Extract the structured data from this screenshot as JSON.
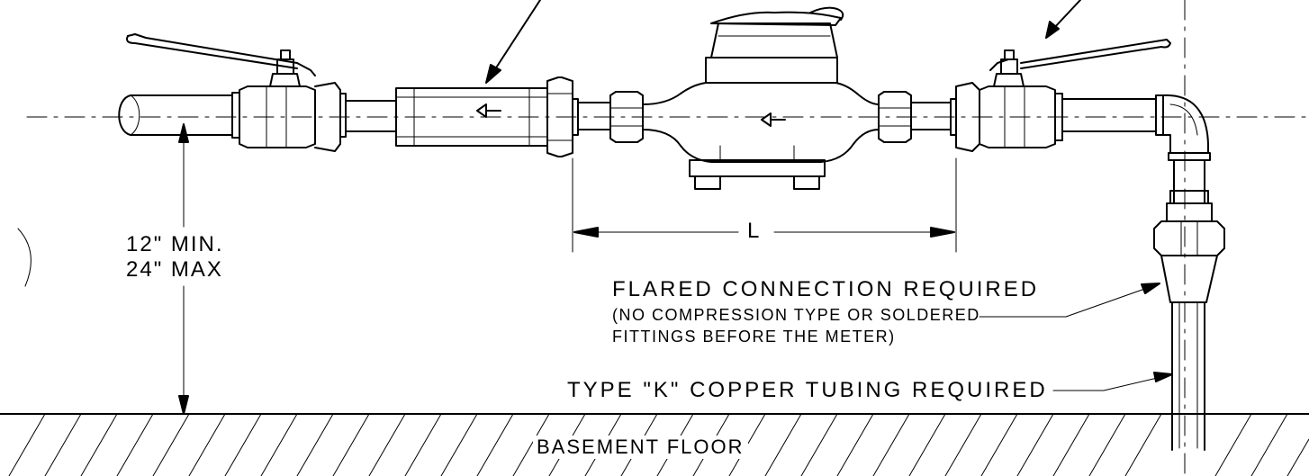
{
  "diagram": {
    "height_dimension": {
      "line1": "12\"  MIN.",
      "line2": "24\"  MAX"
    },
    "length_dimension": "L",
    "flared_note": {
      "line1": "FLARED  CONNECTION  REQUIRED",
      "line2": "(NO COMPRESSION TYPE OR SOLDERED",
      "line3": "FITTINGS BEFORE THE METER)"
    },
    "tubing_note": "TYPE  \"K\"  COPPER  TUBING  REQUIRED",
    "floor_label": "BASEMENT  FLOOR"
  }
}
